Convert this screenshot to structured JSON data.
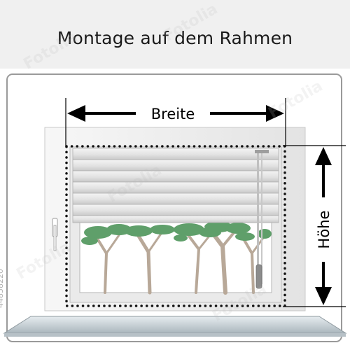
{
  "title": "Montage auf dem Rahmen",
  "labels": {
    "width": "Breite",
    "height": "Höhe"
  },
  "side_code": "44858220",
  "watermark_text": "Fotolia",
  "colors": {
    "wall": "#ffffff",
    "wall_border": "#aaaaaa",
    "window_frame": "#efefef",
    "blind": "#dcdcdc",
    "sill": "#c9d2d8",
    "arrow": "#000000",
    "trees_foliage": "#5f9f6a",
    "trees_trunk": "#b8a898"
  }
}
